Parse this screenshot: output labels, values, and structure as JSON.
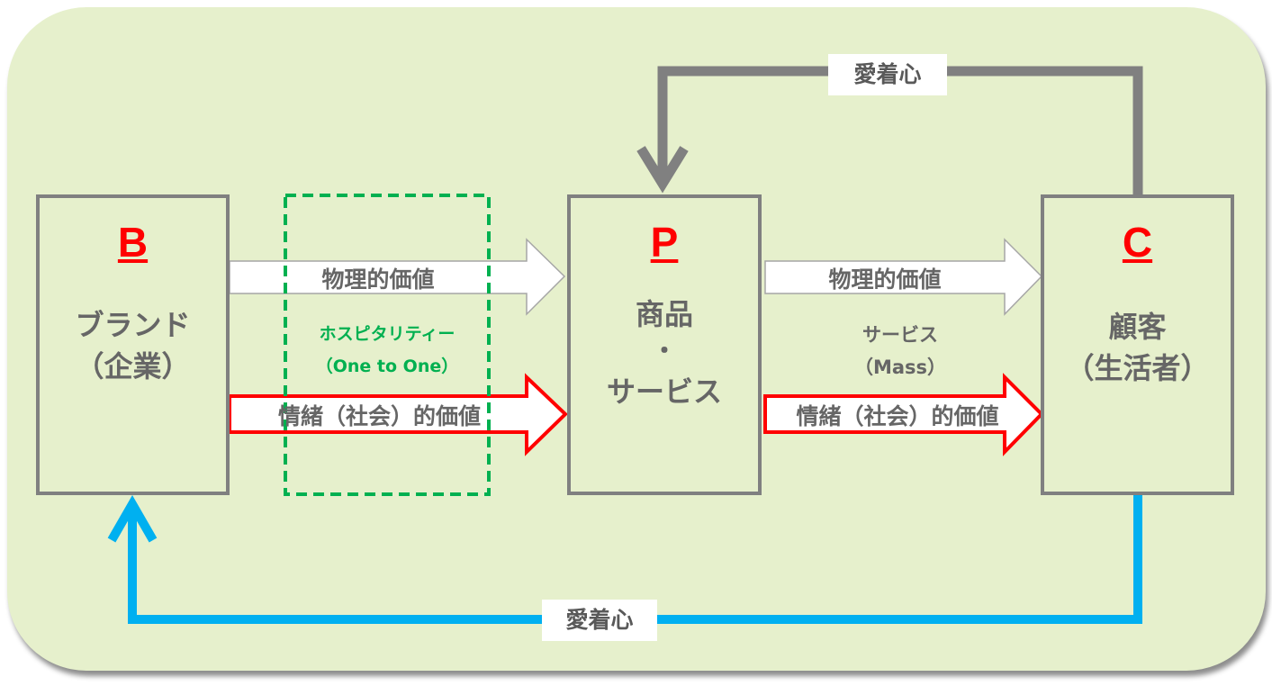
{
  "node_b": {
    "letter": "B",
    "line1": "ブランド",
    "line2": "（企業）"
  },
  "node_p": {
    "letter": "P",
    "line1": "商品",
    "line2": "・",
    "line3": "サービス"
  },
  "node_c": {
    "letter": "C",
    "line1": "顧客",
    "line2": "（生活者）"
  },
  "arrows": {
    "physical_bp": "物理的価値",
    "emotional_bp": "情緒（社会）的価値",
    "physical_pc": "物理的価値",
    "emotional_pc": "情緒（社会）的価値"
  },
  "hospitality": {
    "title": "ホスピタリティー",
    "subtitle": "（One to One）"
  },
  "service": {
    "title": "サービス",
    "subtitle": "（Mass）"
  },
  "loops": {
    "top_label": "愛着心",
    "bottom_label": "愛着心"
  },
  "colors": {
    "accent_red": "#ff0000",
    "hospitality_green": "#00b050",
    "loop_blue": "#00b0f0",
    "loop_gray": "#808080"
  }
}
